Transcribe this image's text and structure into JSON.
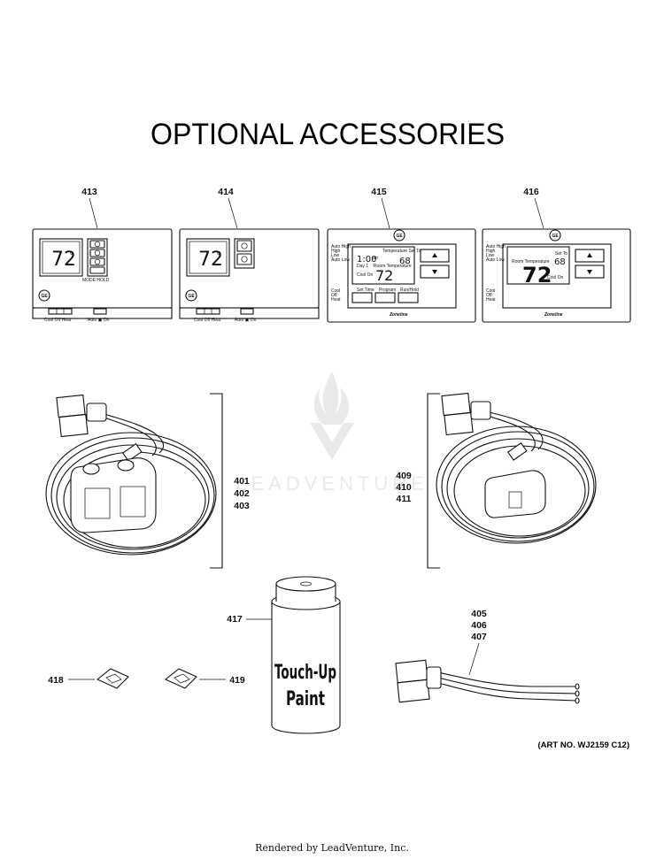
{
  "title": "OPTIONAL ACCESSORIES",
  "art_no": "(ART NO. WJ2159 C12)",
  "footer": "Rendered by LeadVenture, Inc.",
  "watermark": "LEADVENTURE",
  "parts": {
    "p413": "413",
    "p414": "414",
    "p415": "415",
    "p416": "416",
    "p401": "401",
    "p402": "402",
    "p403": "403",
    "p409": "409",
    "p410": "410",
    "p411": "411",
    "p417": "417",
    "p418": "418",
    "p419": "419",
    "p405": "405",
    "p406": "406",
    "p407": "407"
  },
  "thermostat_413": {
    "temp": "72",
    "deg": "o",
    "mode_hold": "MODE  HOLD",
    "switch1": "Cool  Off  Heat",
    "switch2": "Auto ▣ On"
  },
  "thermostat_414": {
    "temp": "72",
    "deg": "o",
    "switch1": "Cool Off Heat",
    "switch2": "Auto ▣ On"
  },
  "thermostat_415": {
    "fan_modes": [
      "Auto High",
      "High",
      "Low",
      "Auto Low"
    ],
    "sys_modes": [
      "Cool",
      "Off",
      "Heat"
    ],
    "time": "1:00",
    "am": "am",
    "day": "Day 1",
    "setpoint_label": "Temperature Set To",
    "setpoint": "68",
    "room_label": "Room Temperature",
    "temp": "72",
    "cool_on": "Cool On",
    "buttons": [
      "Set Time",
      "Program",
      "Run/Hold"
    ],
    "brand": "Zoneline"
  },
  "thermostat_416": {
    "fan_modes": [
      "Auto High",
      "High",
      "Low",
      "Auto Low"
    ],
    "sys_modes": [
      "Cool",
      "Off",
      "Heat"
    ],
    "setpoint_label": "Set To",
    "setpoint": "68",
    "room_label": "Room Temperature",
    "temp": "72",
    "cool_on": "Cool On",
    "brand": "Zoneline"
  },
  "paint_can": {
    "line1": "Touch-Up",
    "line2": "Paint"
  }
}
